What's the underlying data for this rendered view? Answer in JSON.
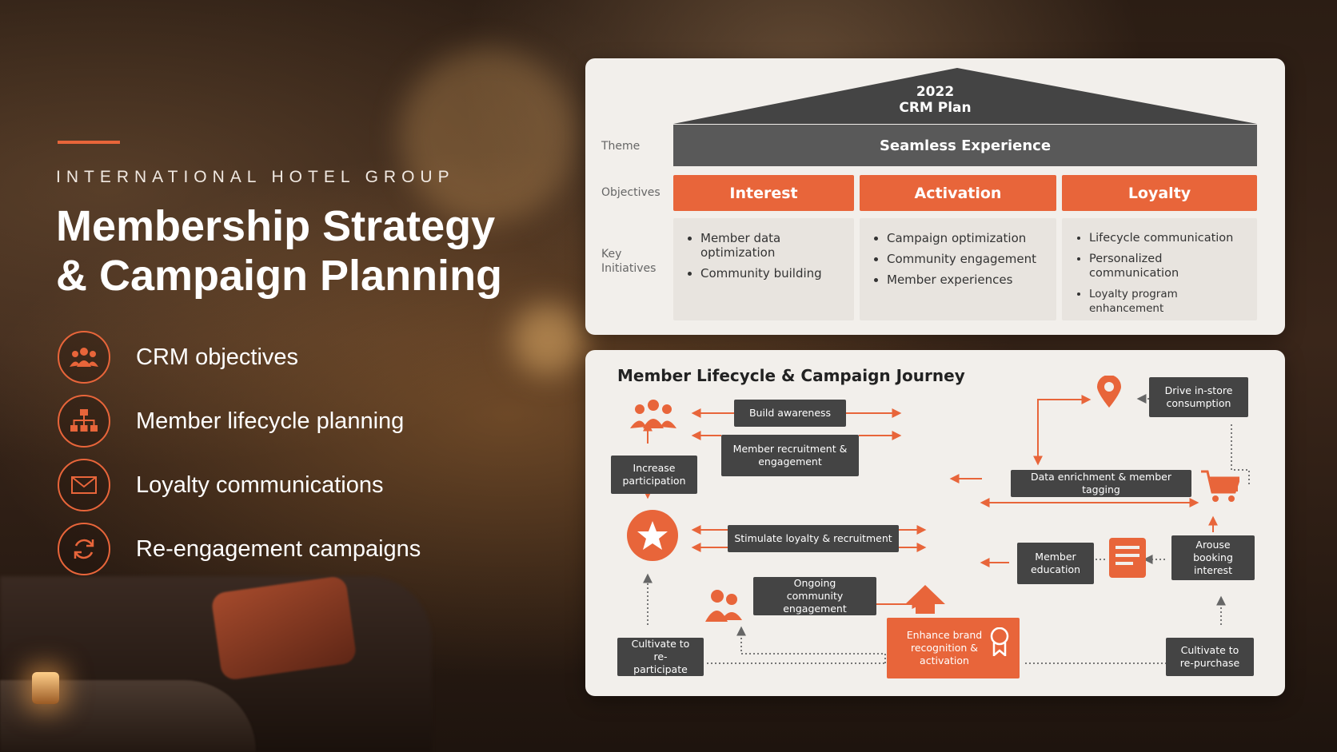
{
  "header": {
    "eyebrow": "INTERNATIONAL HOTEL GROUP",
    "title_line1": "Membership Strategy",
    "title_line2": "& Campaign Planning"
  },
  "features": [
    {
      "label": "CRM objectives",
      "icon": "people-group-icon"
    },
    {
      "label": "Member lifecycle planning",
      "icon": "org-chart-icon"
    },
    {
      "label": "Loyalty communications",
      "icon": "envelope-icon"
    },
    {
      "label": "Re-engagement campaigns",
      "icon": "refresh-icon"
    }
  ],
  "plan": {
    "year": "2022",
    "name": "CRM Plan",
    "theme_label": "Theme",
    "objectives_label": "Objectives",
    "initiatives_label_1": "Key",
    "initiatives_label_2": "Initiatives",
    "theme": "Seamless Experience",
    "objectives": [
      "Interest",
      "Activation",
      "Loyalty"
    ],
    "initiatives": [
      [
        "Member data optimization",
        "Community building"
      ],
      [
        "Campaign optimization",
        "Community engagement",
        "Member experiences"
      ],
      [
        "Lifecycle communication",
        "Personalized communication",
        "Loyalty program enhancement"
      ]
    ]
  },
  "journey": {
    "title": "Member Lifecycle & Campaign Journey",
    "steps": {
      "build_awareness": "Build awareness",
      "member_recruitment": "Member recruitment & engagement",
      "increase_participation": "Increase participation",
      "stimulate_loyalty": "Stimulate loyalty & recruitment",
      "ongoing_community": "Ongoing community engagement",
      "cultivate_reparticipate": "Cultivate to re-participate",
      "enhance_brand": "Enhance brand recognition & activation",
      "drive_instore": "Drive in-store consumption",
      "data_enrichment": "Data enrichment & member tagging",
      "member_education": "Member education",
      "arouse_booking": "Arouse booking interest",
      "cultivate_repurchase": "Cultivate to re-purchase"
    }
  },
  "colors": {
    "accent": "#e8653a",
    "dark_box": "#444444",
    "panel": "#f2efeb"
  }
}
